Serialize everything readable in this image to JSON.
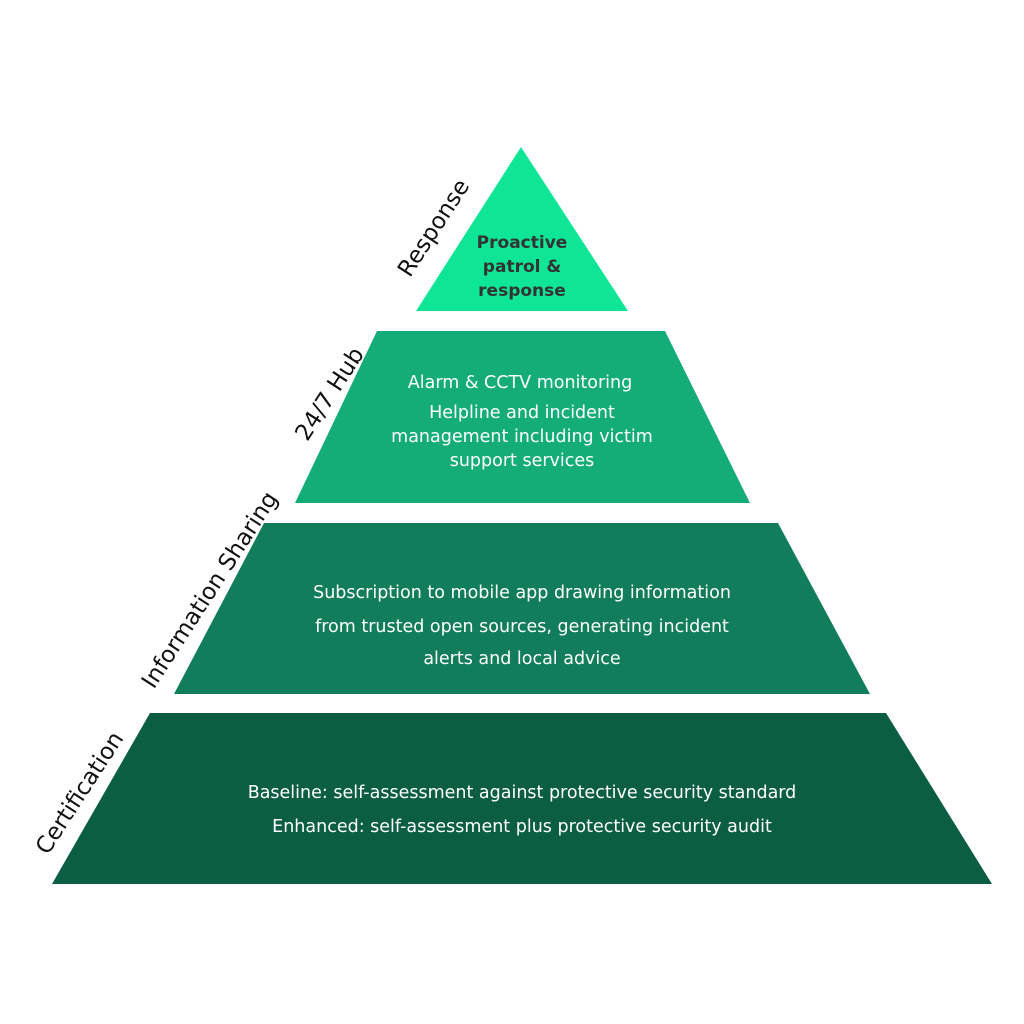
{
  "colors": {
    "tier1": "#0ee696",
    "tier2": "#14ad77",
    "tier3": "#127d5a",
    "tier4": "#0b5e41"
  },
  "tiers": [
    {
      "side_label": "Response",
      "lines": [
        "Proactive",
        "patrol &",
        "response"
      ]
    },
    {
      "side_label": "24/7 Hub",
      "lines": [
        "Alarm & CCTV monitoring",
        "Helpline and incident",
        "management including victim",
        "support services"
      ]
    },
    {
      "side_label": "Information Sharing",
      "lines": [
        "Subscription to mobile app drawing information",
        "from trusted open sources, generating incident",
        "alerts and local advice"
      ]
    },
    {
      "side_label": "Certification",
      "lines": [
        "Baseline: self-assessment against protective security standard",
        "Enhanced: self-assessment plus protective security audit"
      ]
    }
  ]
}
